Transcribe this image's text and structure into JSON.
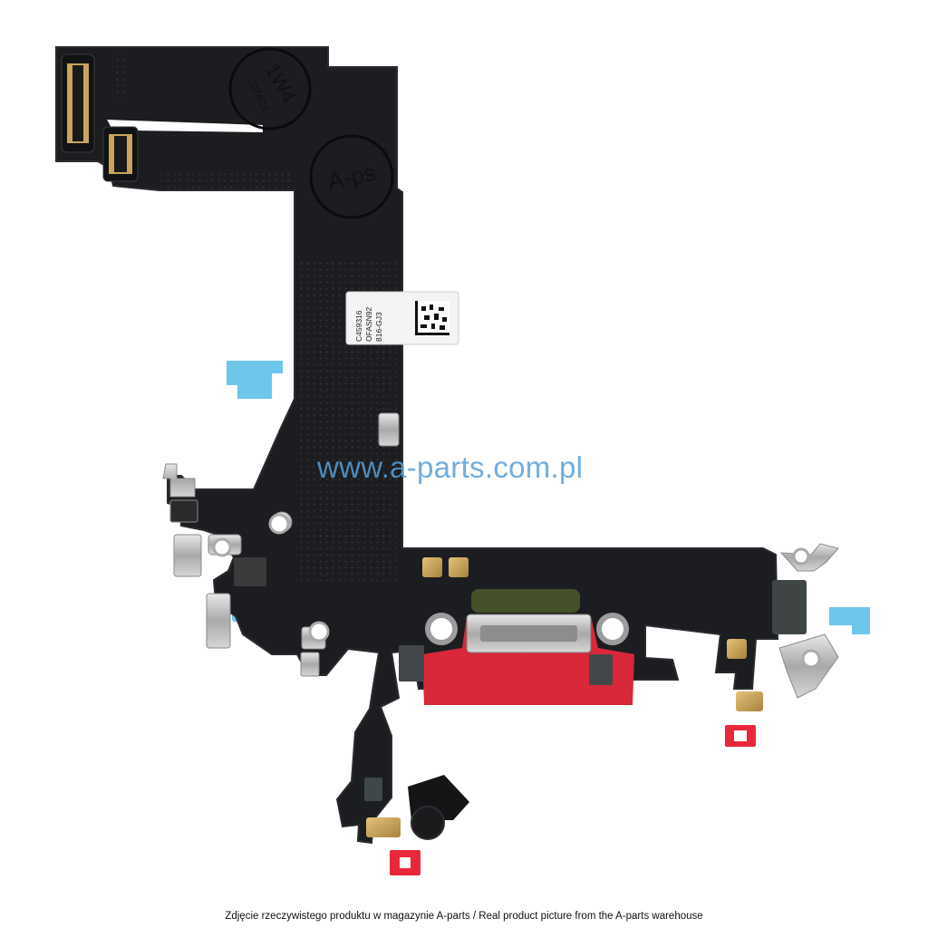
{
  "watermark": "www.a-parts.com.pl",
  "caption": "Zdjęcie rzeczywistego produktu w magazynie A-parts / Real product picture from the A-parts warehouse",
  "stamp_brand": "A-ps",
  "stamp_code": "1W4",
  "stamp_date": "2024/11",
  "label": {
    "line1": "C459316",
    "line2": "OFASN92",
    "line3": "816-GJ3"
  },
  "colors": {
    "flex": "#1c1d20",
    "flex_edge": "#2a2b2f",
    "connector_red": "#d8283a",
    "tape_blue": "#6ec6ea",
    "tape_red": "#e8283a",
    "gold": "#c9a45a",
    "metal": "#c8c8c8",
    "watermark": "#5a9fd6"
  }
}
